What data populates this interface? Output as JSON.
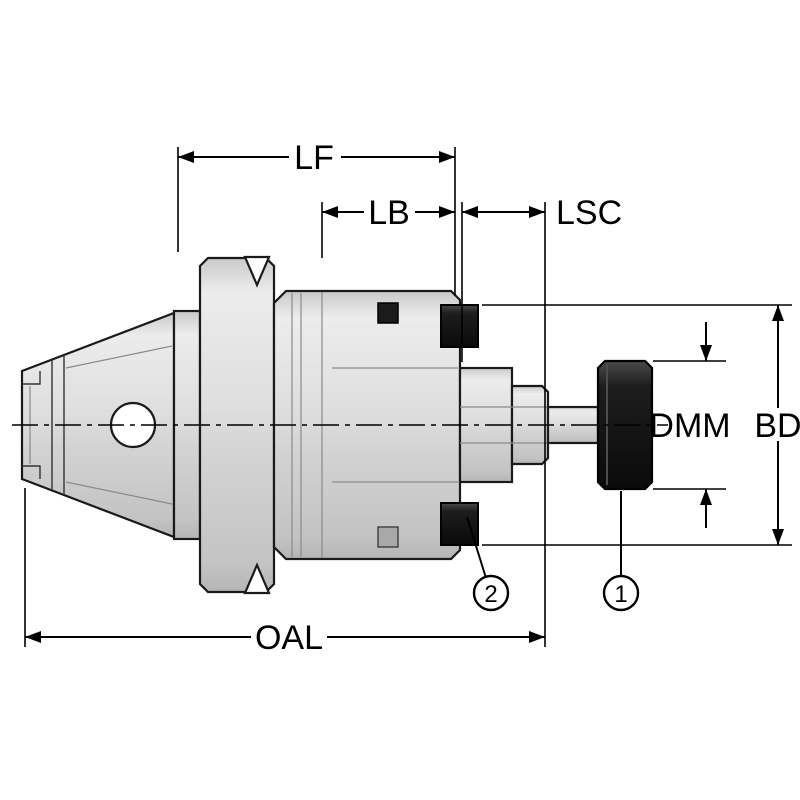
{
  "diagram": {
    "labels": {
      "lf": "LF",
      "lb": "LB",
      "lsc": "LSC",
      "oal": "OAL",
      "dmm": "DMM",
      "bd": "BD"
    },
    "callouts": [
      {
        "number": "2"
      },
      {
        "number": "1"
      }
    ],
    "colors": {
      "background": "#ffffff",
      "line": "#000000",
      "metal_light": "#dedede",
      "dark_part": "#1b1b1b"
    }
  }
}
